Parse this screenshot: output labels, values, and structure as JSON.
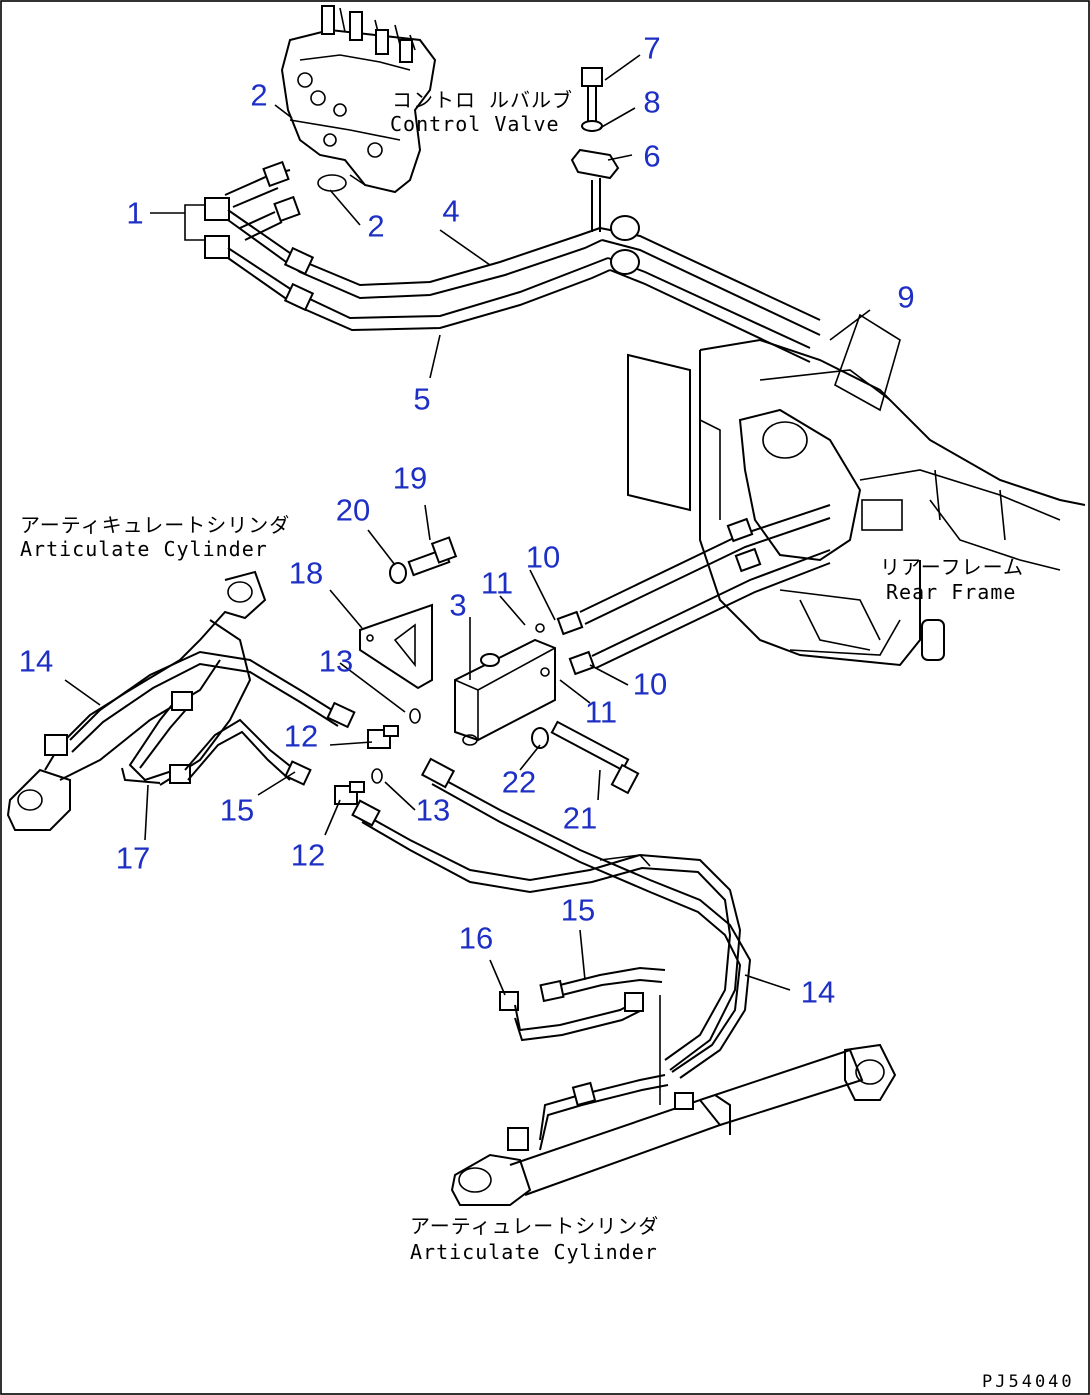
{
  "labels": {
    "control_valve_jp": "コントロ ルバルブ",
    "control_valve_en": "Control Valve",
    "articulate_cylinder_left_jp": "アーティキュレートシリンダ",
    "articulate_cylinder_left_en": "Articulate Cylinder",
    "rear_frame_jp": "リアーフレーム",
    "rear_frame_en": "Rear Frame",
    "articulate_cylinder_bottom_jp": "アーティュレートシリンダ",
    "articulate_cylinder_bottom_en": "Articulate Cylinder",
    "drawing_code": "PJ54040"
  },
  "callouts": [
    {
      "id": "c1",
      "text": "1"
    },
    {
      "id": "c2a",
      "text": "2"
    },
    {
      "id": "c2b",
      "text": "2"
    },
    {
      "id": "c3",
      "text": "3"
    },
    {
      "id": "c4",
      "text": "4"
    },
    {
      "id": "c5",
      "text": "5"
    },
    {
      "id": "c6",
      "text": "6"
    },
    {
      "id": "c7",
      "text": "7"
    },
    {
      "id": "c8",
      "text": "8"
    },
    {
      "id": "c9",
      "text": "9"
    },
    {
      "id": "c10a",
      "text": "10"
    },
    {
      "id": "c10b",
      "text": "10"
    },
    {
      "id": "c11a",
      "text": "11"
    },
    {
      "id": "c11b",
      "text": "11"
    },
    {
      "id": "c12a",
      "text": "12"
    },
    {
      "id": "c12b",
      "text": "12"
    },
    {
      "id": "c13a",
      "text": "13"
    },
    {
      "id": "c13b",
      "text": "13"
    },
    {
      "id": "c14a",
      "text": "14"
    },
    {
      "id": "c14b",
      "text": "14"
    },
    {
      "id": "c15a",
      "text": "15"
    },
    {
      "id": "c15b",
      "text": "15"
    },
    {
      "id": "c16",
      "text": "16"
    },
    {
      "id": "c17",
      "text": "17"
    },
    {
      "id": "c18",
      "text": "18"
    },
    {
      "id": "c19",
      "text": "19"
    },
    {
      "id": "c20",
      "text": "20"
    },
    {
      "id": "c21",
      "text": "21"
    },
    {
      "id": "c22",
      "text": "22"
    }
  ],
  "colors": {
    "callout": "#1d2fc4",
    "line": "#000000",
    "background": "#ffffff"
  }
}
